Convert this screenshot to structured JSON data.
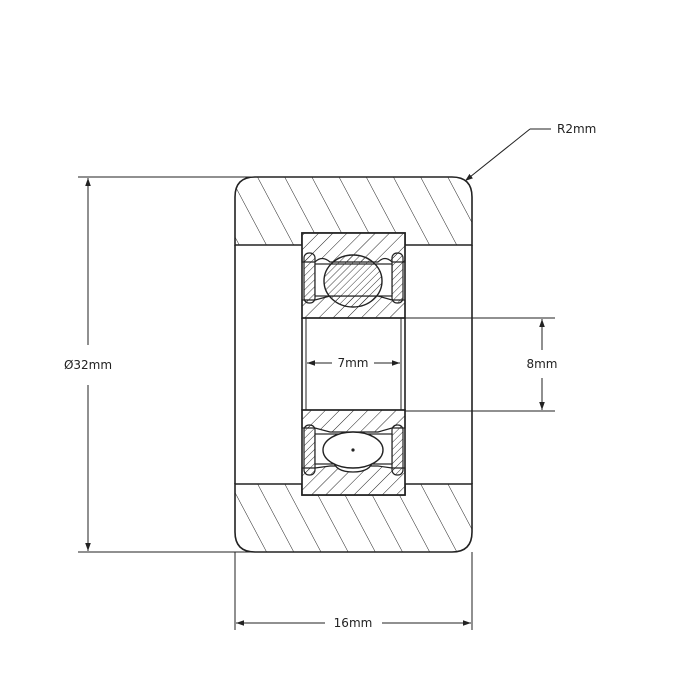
{
  "diagram": {
    "type": "technical-drawing",
    "subject": "roller with ball bearing, cross-section",
    "colors": {
      "background": "#ffffff",
      "line": "#222222"
    },
    "dimensions": {
      "corner_radius": {
        "label": "R2mm"
      },
      "outer_diameter": {
        "label": "Ø32mm"
      },
      "width": {
        "label": "16mm"
      },
      "bearing_width": {
        "label": "7mm"
      },
      "bore_diameter": {
        "label": "8mm"
      }
    }
  }
}
